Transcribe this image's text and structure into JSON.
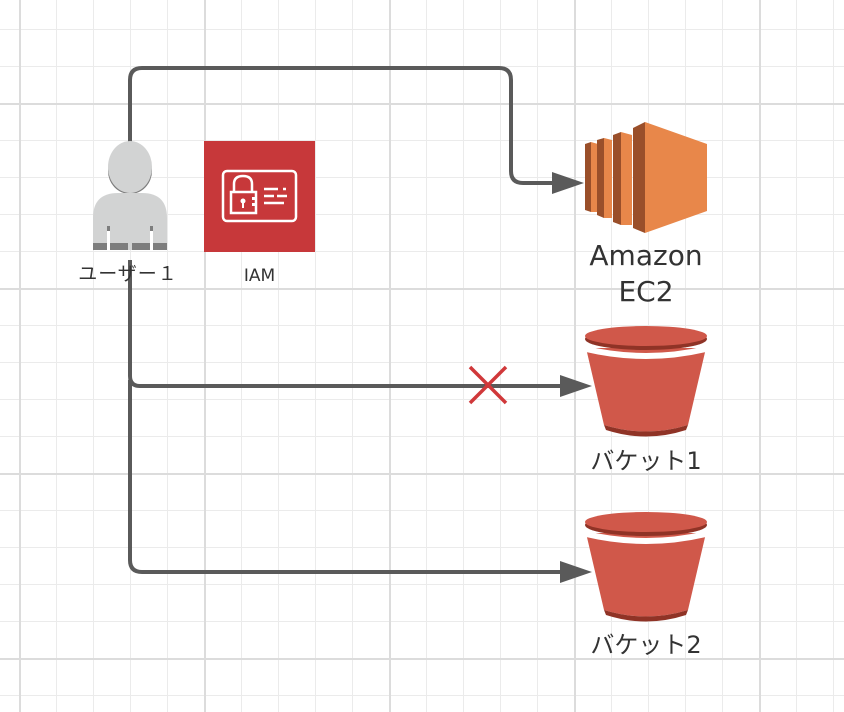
{
  "diagram": {
    "nodes": {
      "user": {
        "label": "ユーザー１",
        "icon": "user-icon"
      },
      "iam": {
        "label": "IAM",
        "icon": "iam-icon",
        "color": "#c7383a"
      },
      "ec2": {
        "label_line1": "Amazon",
        "label_line2": "EC2",
        "icon": "ec2-icon",
        "color": "#e8874a"
      },
      "bucket1": {
        "label": "バケット1",
        "icon": "s3-bucket-icon",
        "color": "#d0584a"
      },
      "bucket2": {
        "label": "バケット2",
        "icon": "s3-bucket-icon",
        "color": "#d0584a"
      }
    },
    "edges": [
      {
        "from": "user",
        "to": "ec2",
        "allowed": true
      },
      {
        "from": "user",
        "to": "bucket1",
        "allowed": false,
        "marker": "deny-x"
      },
      {
        "from": "user",
        "to": "bucket2",
        "allowed": true
      }
    ],
    "colors": {
      "connector": "#5a5a5a",
      "deny": "#d0383a",
      "grid_minor": "#ebebeb",
      "grid_major": "#dcdcdc"
    }
  }
}
